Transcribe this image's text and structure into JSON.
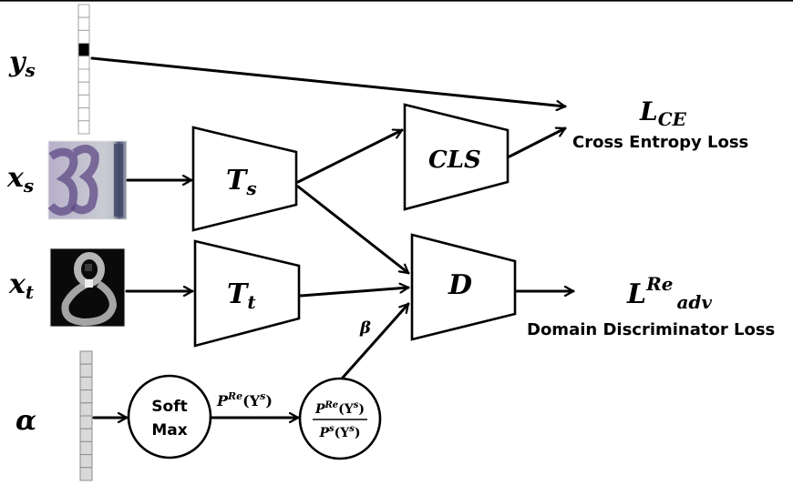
{
  "title": "Domain adaptation architecture with re-weighted adversarial loss",
  "inputs": {
    "ys": {
      "label": "y",
      "sub": "s",
      "cells": 10,
      "active_index": 3
    },
    "xs": {
      "label": "x",
      "sub": "s",
      "image": "source-digit-33-svhn"
    },
    "xt": {
      "label": "x",
      "sub": "t",
      "image": "target-digit-8-mnist"
    },
    "alpha": {
      "label": "α",
      "cells": 10
    }
  },
  "modules": {
    "ts": {
      "label": "T",
      "sub": "s"
    },
    "tt": {
      "label": "T",
      "sub": "t"
    },
    "cls": {
      "label": "CLS"
    },
    "d": {
      "label": "D"
    }
  },
  "nodes": {
    "softmax": {
      "line1": "Soft",
      "line2": "Max"
    },
    "ratio": {
      "num_P": "P",
      "num_sup": "Re",
      "num_arg": "(Y",
      "num_arg_sup": "s",
      "num_close": ")",
      "den_P": "P",
      "den_sup": "s",
      "den_arg": "(Y",
      "den_arg_sup": "s",
      "den_close": ")"
    }
  },
  "edge_labels": {
    "softmax_out": {
      "P": "P",
      "sup": "Re",
      "arg": "(Y",
      "arg_sup": "s",
      "close": ")"
    },
    "beta": "β"
  },
  "losses": {
    "ce": {
      "symbol": "L",
      "sub": "CE",
      "caption": "Cross Entropy Loss"
    },
    "adv": {
      "symbol": "L",
      "sup": "Re",
      "sub": "adv",
      "caption": "Domain Discriminator Loss"
    }
  },
  "colors": {
    "stroke": "#000000",
    "alpha_cell": "#d9d9d9",
    "alpha_cell_border": "#8c8c8c",
    "ys_cell_border": "#a6a6a6"
  }
}
